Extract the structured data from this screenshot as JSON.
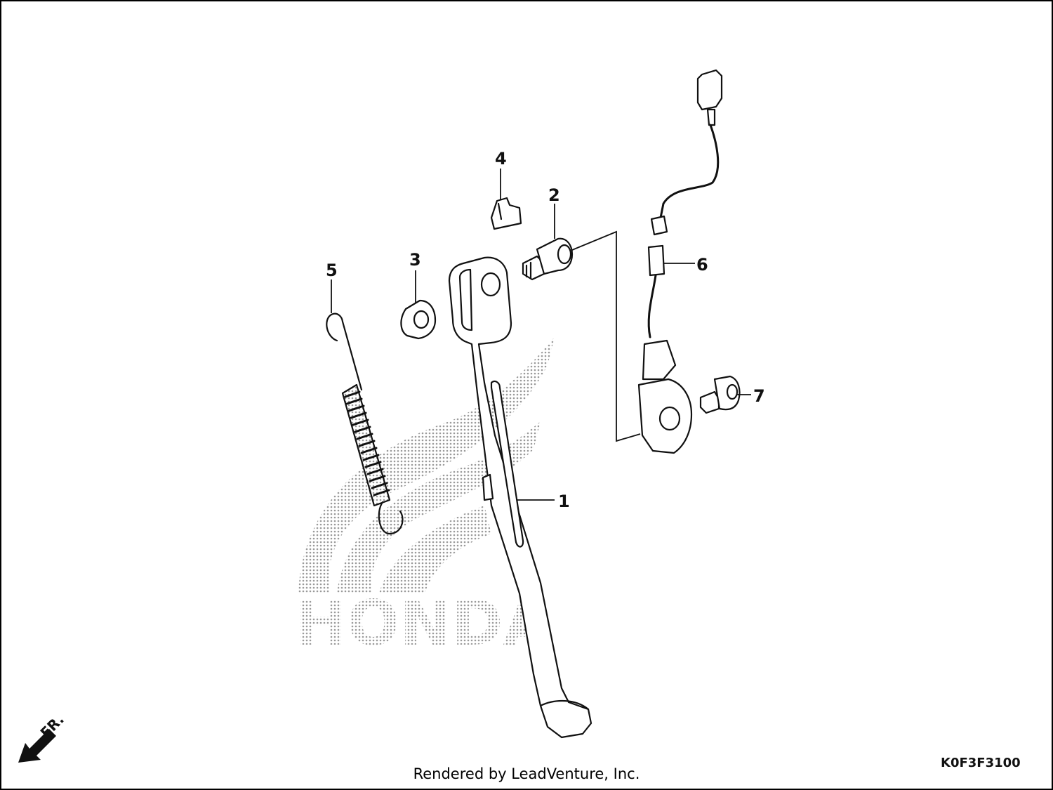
{
  "diagram": {
    "callouts": [
      "1",
      "2",
      "3",
      "4",
      "5",
      "6",
      "7"
    ],
    "watermark_word": "HONDA",
    "front_indicator": "FR.",
    "diagram_code": "K0F3F3100",
    "footer": "Rendered by LeadVenture, Inc."
  },
  "colors": {
    "line": "#111111",
    "watermark": "#9a9a9a"
  }
}
